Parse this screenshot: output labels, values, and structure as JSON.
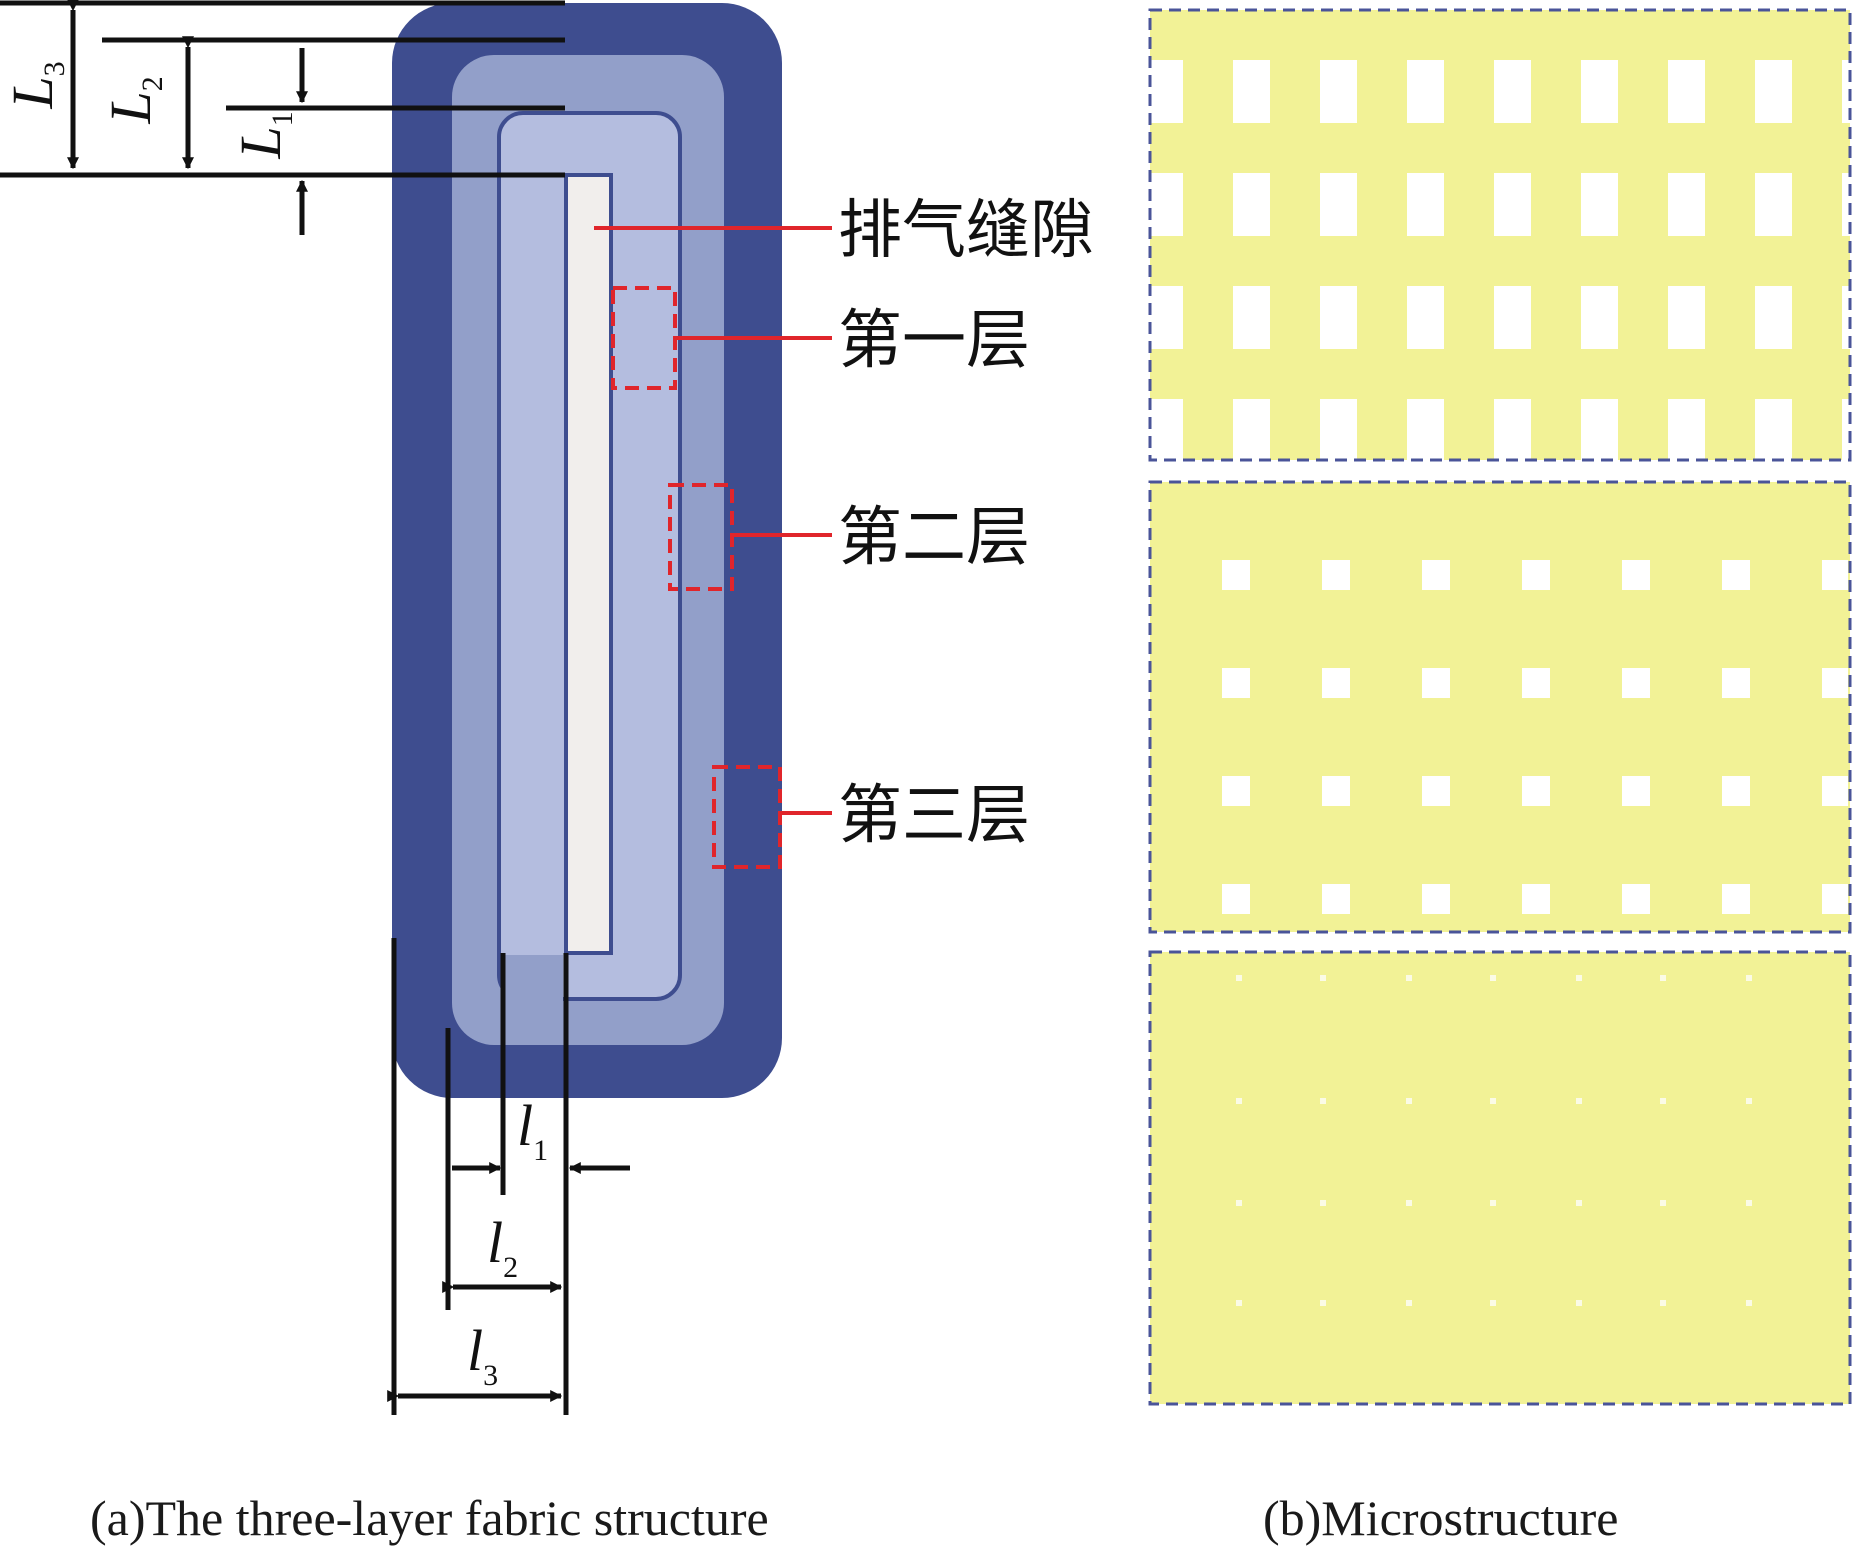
{
  "panel_a": {
    "caption": "(a)The three-layer fabric structure",
    "labels": {
      "gap": "排气缝隙",
      "layer1": "第一层",
      "layer2": "第二层",
      "layer3": "第三层"
    },
    "dimensions": {
      "L1": {
        "main": "L",
        "sub": "1"
      },
      "L2": {
        "main": "L",
        "sub": "2"
      },
      "L3": {
        "main": "L",
        "sub": "3"
      },
      "l1": {
        "main": "l",
        "sub": "1"
      },
      "l2": {
        "main": "l",
        "sub": "2"
      },
      "l3": {
        "main": "l",
        "sub": "3"
      }
    }
  },
  "panel_b": {
    "caption": "(b)Microstructure",
    "weaves": [
      "open-weave",
      "medium-weave",
      "dense-weave"
    ]
  },
  "colors": {
    "outer_layer": "#3e4d8f",
    "middle_layer": "#929fc9",
    "inner_layer": "#b4bddf",
    "gap": "#f1eeec",
    "callout": "#e0252b",
    "yarn": "#f2f296",
    "frame": "#4a5499"
  }
}
